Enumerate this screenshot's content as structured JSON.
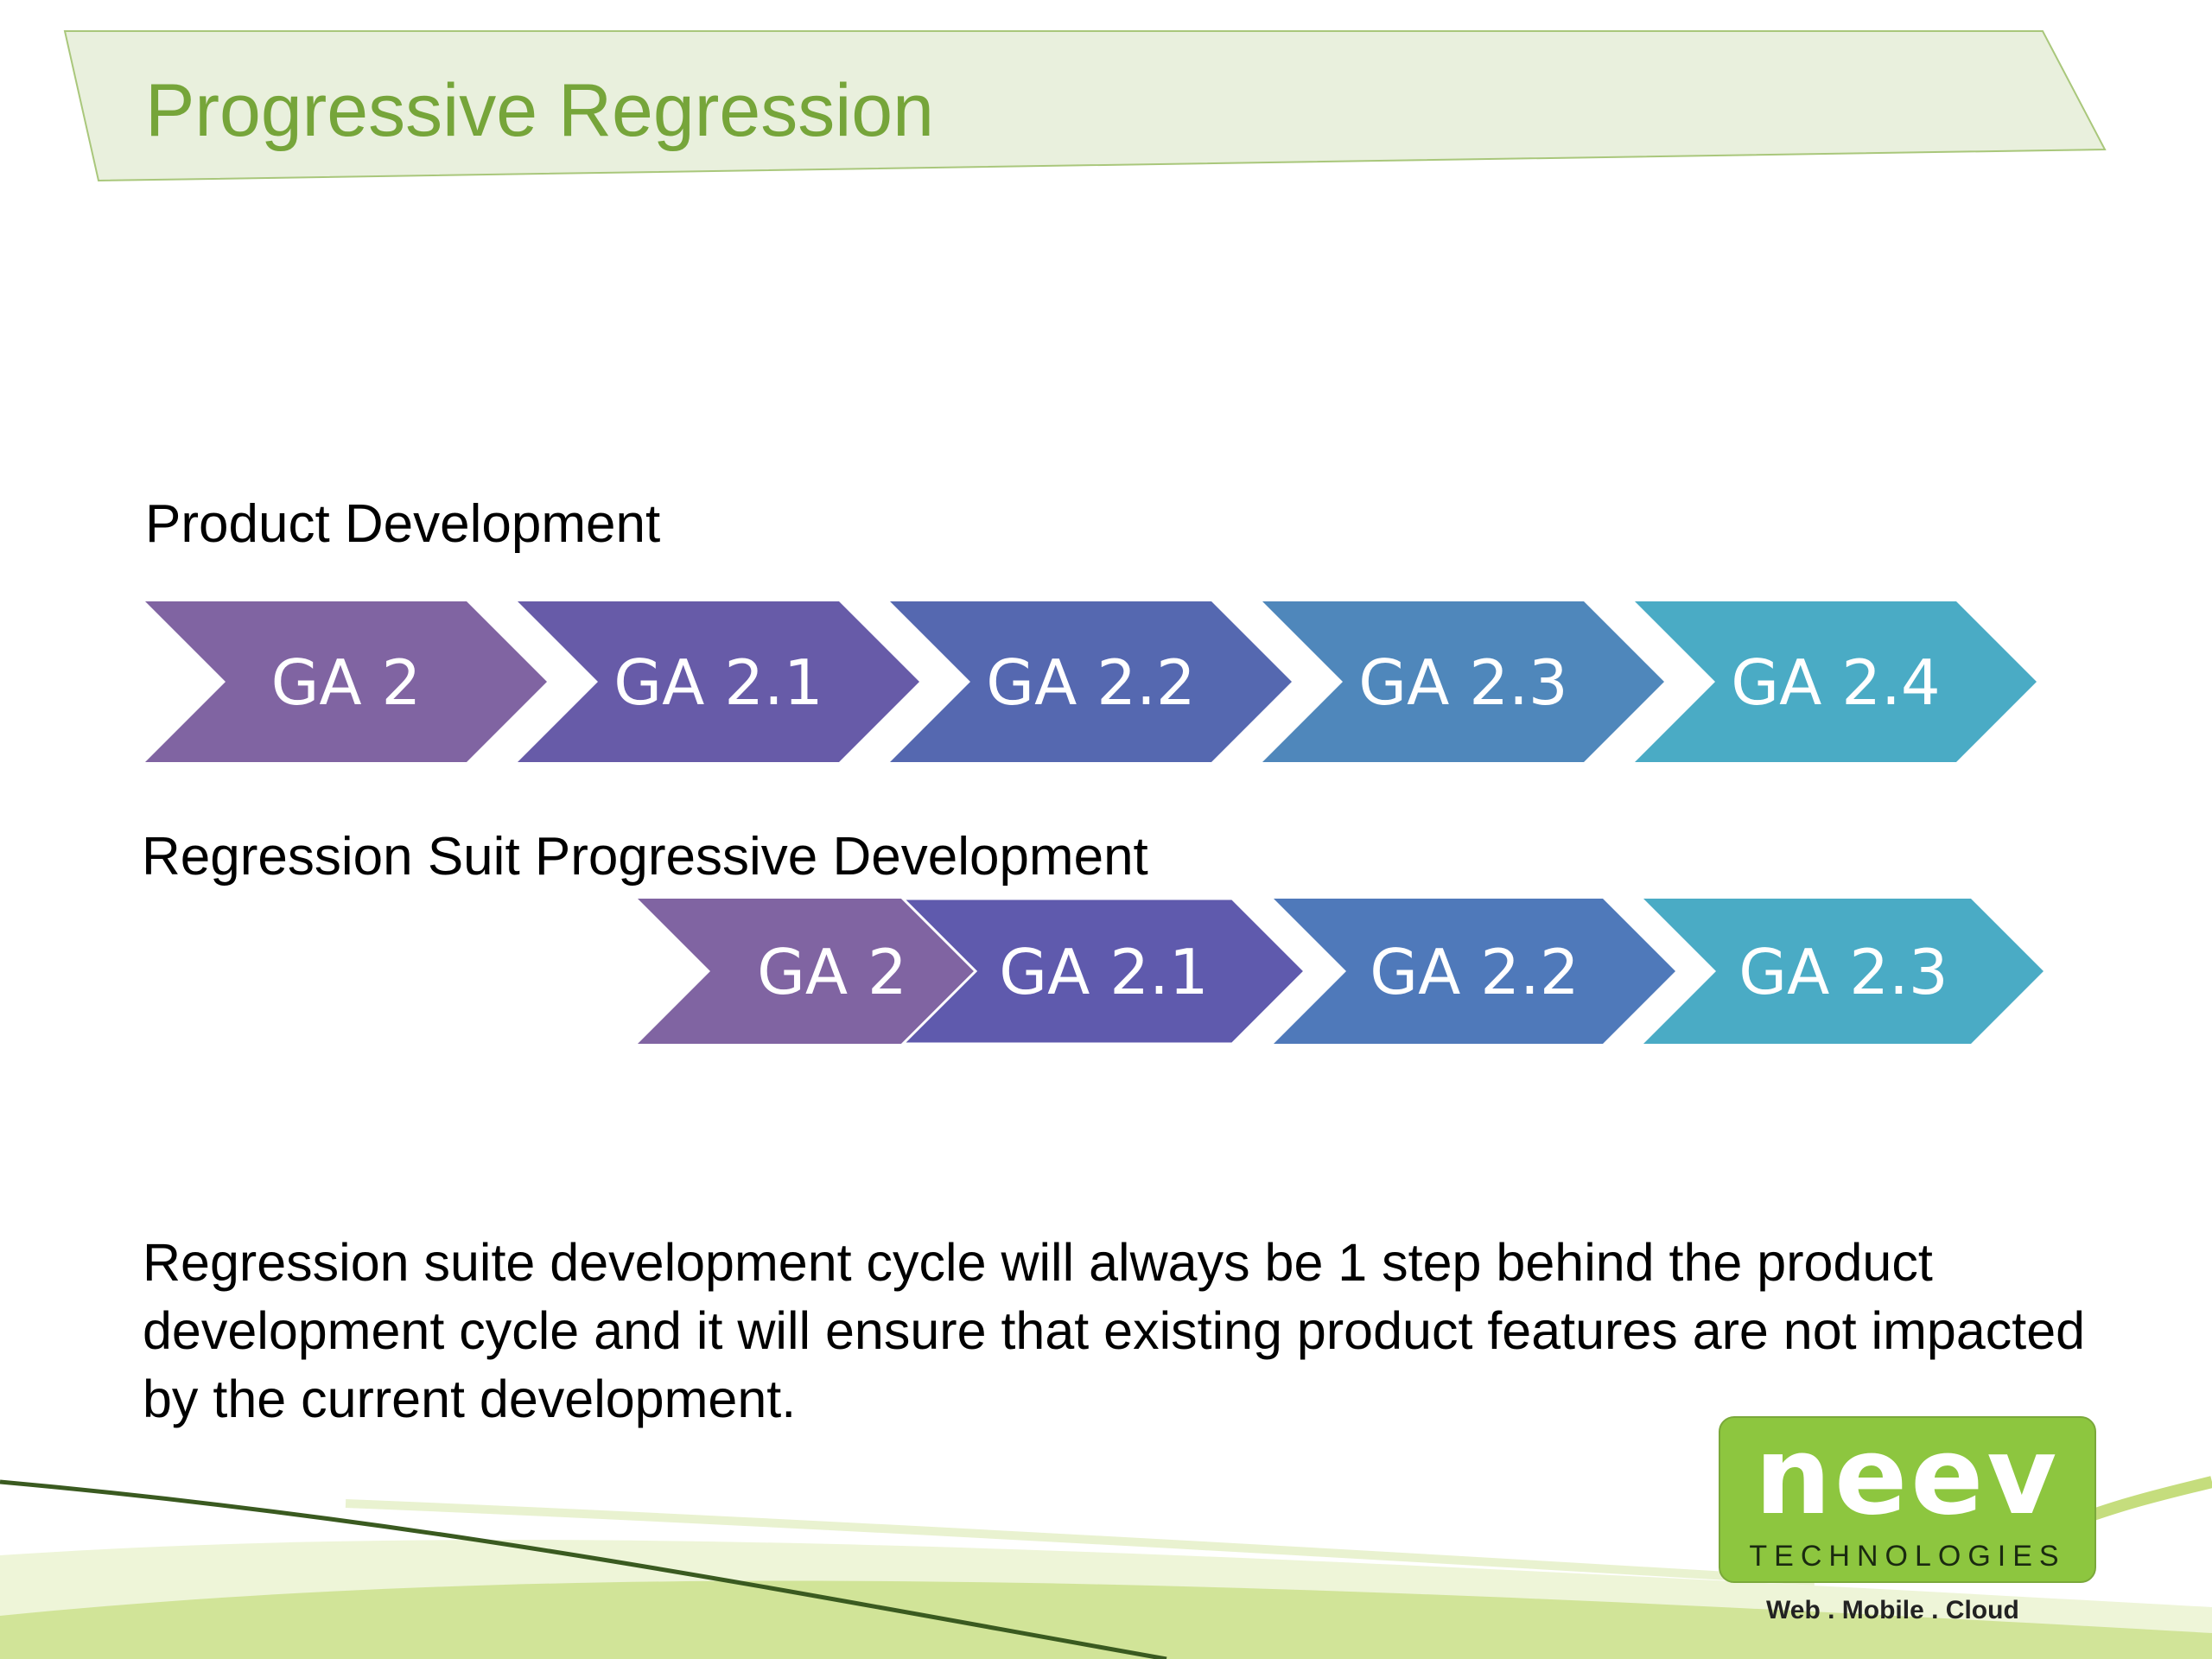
{
  "title": "Progressive Regression",
  "product_label": "Product Development",
  "regression_label": "Regression Suit Progressive Development",
  "product_steps": [
    {
      "label": "GA 2",
      "color": "#8064a2"
    },
    {
      "label": "GA 2.1",
      "color": "#675ba8"
    },
    {
      "label": "GA 2.2",
      "color": "#5568b0"
    },
    {
      "label": "GA 2.3",
      "color": "#4f87bb"
    },
    {
      "label": "GA 2.4",
      "color": "#4aabc5"
    }
  ],
  "regression_steps": [
    {
      "label": "GA 2",
      "color": "#8064a2"
    },
    {
      "label": "GA 2.1",
      "color": "#5f5aad"
    },
    {
      "label": "GA 2.2",
      "color": "#4f79ba"
    },
    {
      "label": "GA 2.3",
      "color": "#4aabc5"
    }
  ],
  "description": "Regression suite development cycle will always be 1 step behind the product development cycle and it will ensure that existing product features are not impacted by the current development.",
  "logo": {
    "name": "neev",
    "subtitle": "TECHNOLOGIES",
    "tagline": "Web . Mobile . Cloud",
    "color": "#8dc63f"
  }
}
